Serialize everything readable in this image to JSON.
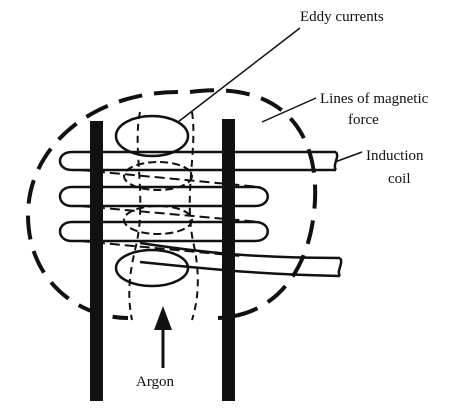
{
  "labels": {
    "eddy_currents": "Eddy currents",
    "lines_of_magnetic_1": "Lines of magnetic",
    "lines_of_magnetic_2": "force",
    "induction_1": "Induction",
    "induction_2": "coil",
    "argon": "Argon"
  },
  "colors": {
    "ink": "#111111",
    "background": "#ffffff"
  }
}
